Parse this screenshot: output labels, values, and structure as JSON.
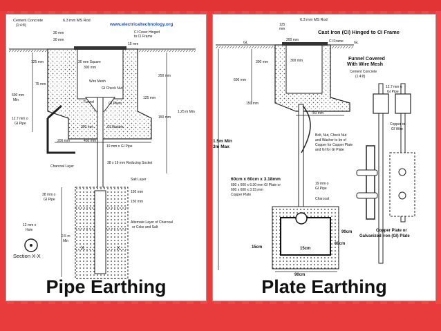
{
  "left": {
    "caption": "Pipe Earthing",
    "labels": {
      "cement_concrete": "Cement Concrete",
      "cement_ratio": "(1:4:8)",
      "ms_rod": "6.3 mm MS Rod",
      "website": "www.electricaltechnology.org",
      "ci_cover": "CI Cover Hinged",
      "ci_frame": "to CI Frame",
      "d30a": "30 mm",
      "d30b": "30 mm",
      "d15": "15 mm",
      "d125": "125 mm",
      "sq30": "30 mm Square",
      "d300a": "300 mm",
      "wire_mesh": "Wire Mesh",
      "check_nut": "GI Check Nut",
      "funnel": "Funnel",
      "gi_pliers": "GI Pliers",
      "d75": "75 mm",
      "d600": "600 mm",
      "min": "Min",
      "d250": "250 mm",
      "d125b": "125 mm",
      "d1250": "1.25 m Min",
      "gi_pipe_127": "12.7 mm o",
      "gi_pipe": "GI Pipe",
      "d300b": "300 mm",
      "gi_washer": "GI Washer",
      "d150": "150 mm",
      "d200": "200 mm",
      "d450": "450 mm",
      "pipe19": "19 mm o GI Pipe",
      "charcoal": "Charcoal Layer",
      "reducing": "38 x 19 mm Reducing Socket",
      "salt": "Salt Layer",
      "d38": "38 mm o",
      "gi_pipe2": "GI Pipe",
      "d150b": "150 mm",
      "d150c": "150 mm",
      "alternate": "Alternate Layer of Charcoal",
      "coke_salt": "or Coke and Salt",
      "hole_dia": "12 mm o",
      "holes": "Hole",
      "d25": "2.5 m",
      "min2": "Min",
      "section": "Section X-X",
      "x1": "X",
      "x2": "X"
    }
  },
  "right": {
    "caption": "Plate Earthing",
    "labels": {
      "ms_rod": "6.3 mm MS Rod",
      "d125": "125",
      "mm": "mm",
      "cast_iron": "Cast Iron (CI) Hinged to CI Frame",
      "ci_frame": "CI Frame",
      "d200": "200 mm",
      "gl": "GL",
      "gl2": "GL",
      "d300a": "300 mm",
      "d300b": "300 mm",
      "funnel_covered": "Funnel Covered",
      "with_wire_mesh": "With Wire Mesh",
      "cement_concrete": "Cement Concrete",
      "cement_ratio": "(1:4:8)",
      "d600": "600 mm",
      "d150": "150 mm",
      "d700": "700 mm",
      "pipe127": "12.7 mm o",
      "gi_pipe": "GI Pipe",
      "copper_wire": "Copper or",
      "gi_wire": "GI Wire",
      "depth1": "1.5m Min",
      "depth2": "3m Max",
      "bolt1": "Bolt, Nut, Check Nut",
      "bolt2": "and Washer to be of",
      "bolt3": "Copper for Copper Plate",
      "bolt4": "and GI for GI Plate",
      "plate_size": "60cm x 60cm x 3.18mm",
      "plate_a": "600 x 600 x 6.30 mm GI Plate or",
      "plate_b": "600 x 600 x 3.15 mm",
      "plate_c": "Copper Plate",
      "pipe19": "19 mm o",
      "gi_pipe2": "GI Pipe",
      "charcoal": "Charcoal",
      "d15a": "15cm",
      "d15b": "15cm",
      "d90a": "90cm",
      "d60": "60cm",
      "d90b": "90cm",
      "copper_plate1": "Copper Plate or",
      "copper_plate2": "Galvanized Iron (GI) Plate"
    }
  }
}
